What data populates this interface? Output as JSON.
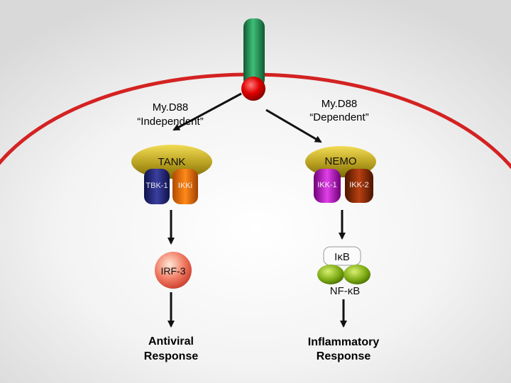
{
  "left_branch": {
    "title_line1": "My.D88",
    "title_line2": "“Independent”",
    "complex_label": "TANK",
    "kinase_a": "TBK-1",
    "kinase_b": "IKKi",
    "factor": "IRF-3",
    "outcome_line1": "Antiviral",
    "outcome_line2": "Response"
  },
  "right_branch": {
    "title_line1": "My.D88",
    "title_line2": "“Dependent”",
    "complex_label": "NEMO",
    "kinase_a": "IKK-1",
    "kinase_b": "IKK-2",
    "inhibitor": "IκB",
    "factor": "NF-κB",
    "outcome_line1": "Inflammatory",
    "outcome_line2": "Response"
  },
  "colors": {
    "membrane": "#d42222",
    "receptor": "#1e8a4c",
    "receptor_head": "#d40000",
    "complex_gold": "#9c8a10",
    "tbk1": "#20236a",
    "ikki": "#e06a00",
    "ikk1": "#b000b8",
    "ikk2": "#8a2a00",
    "nfkb": "#6a9a10"
  }
}
